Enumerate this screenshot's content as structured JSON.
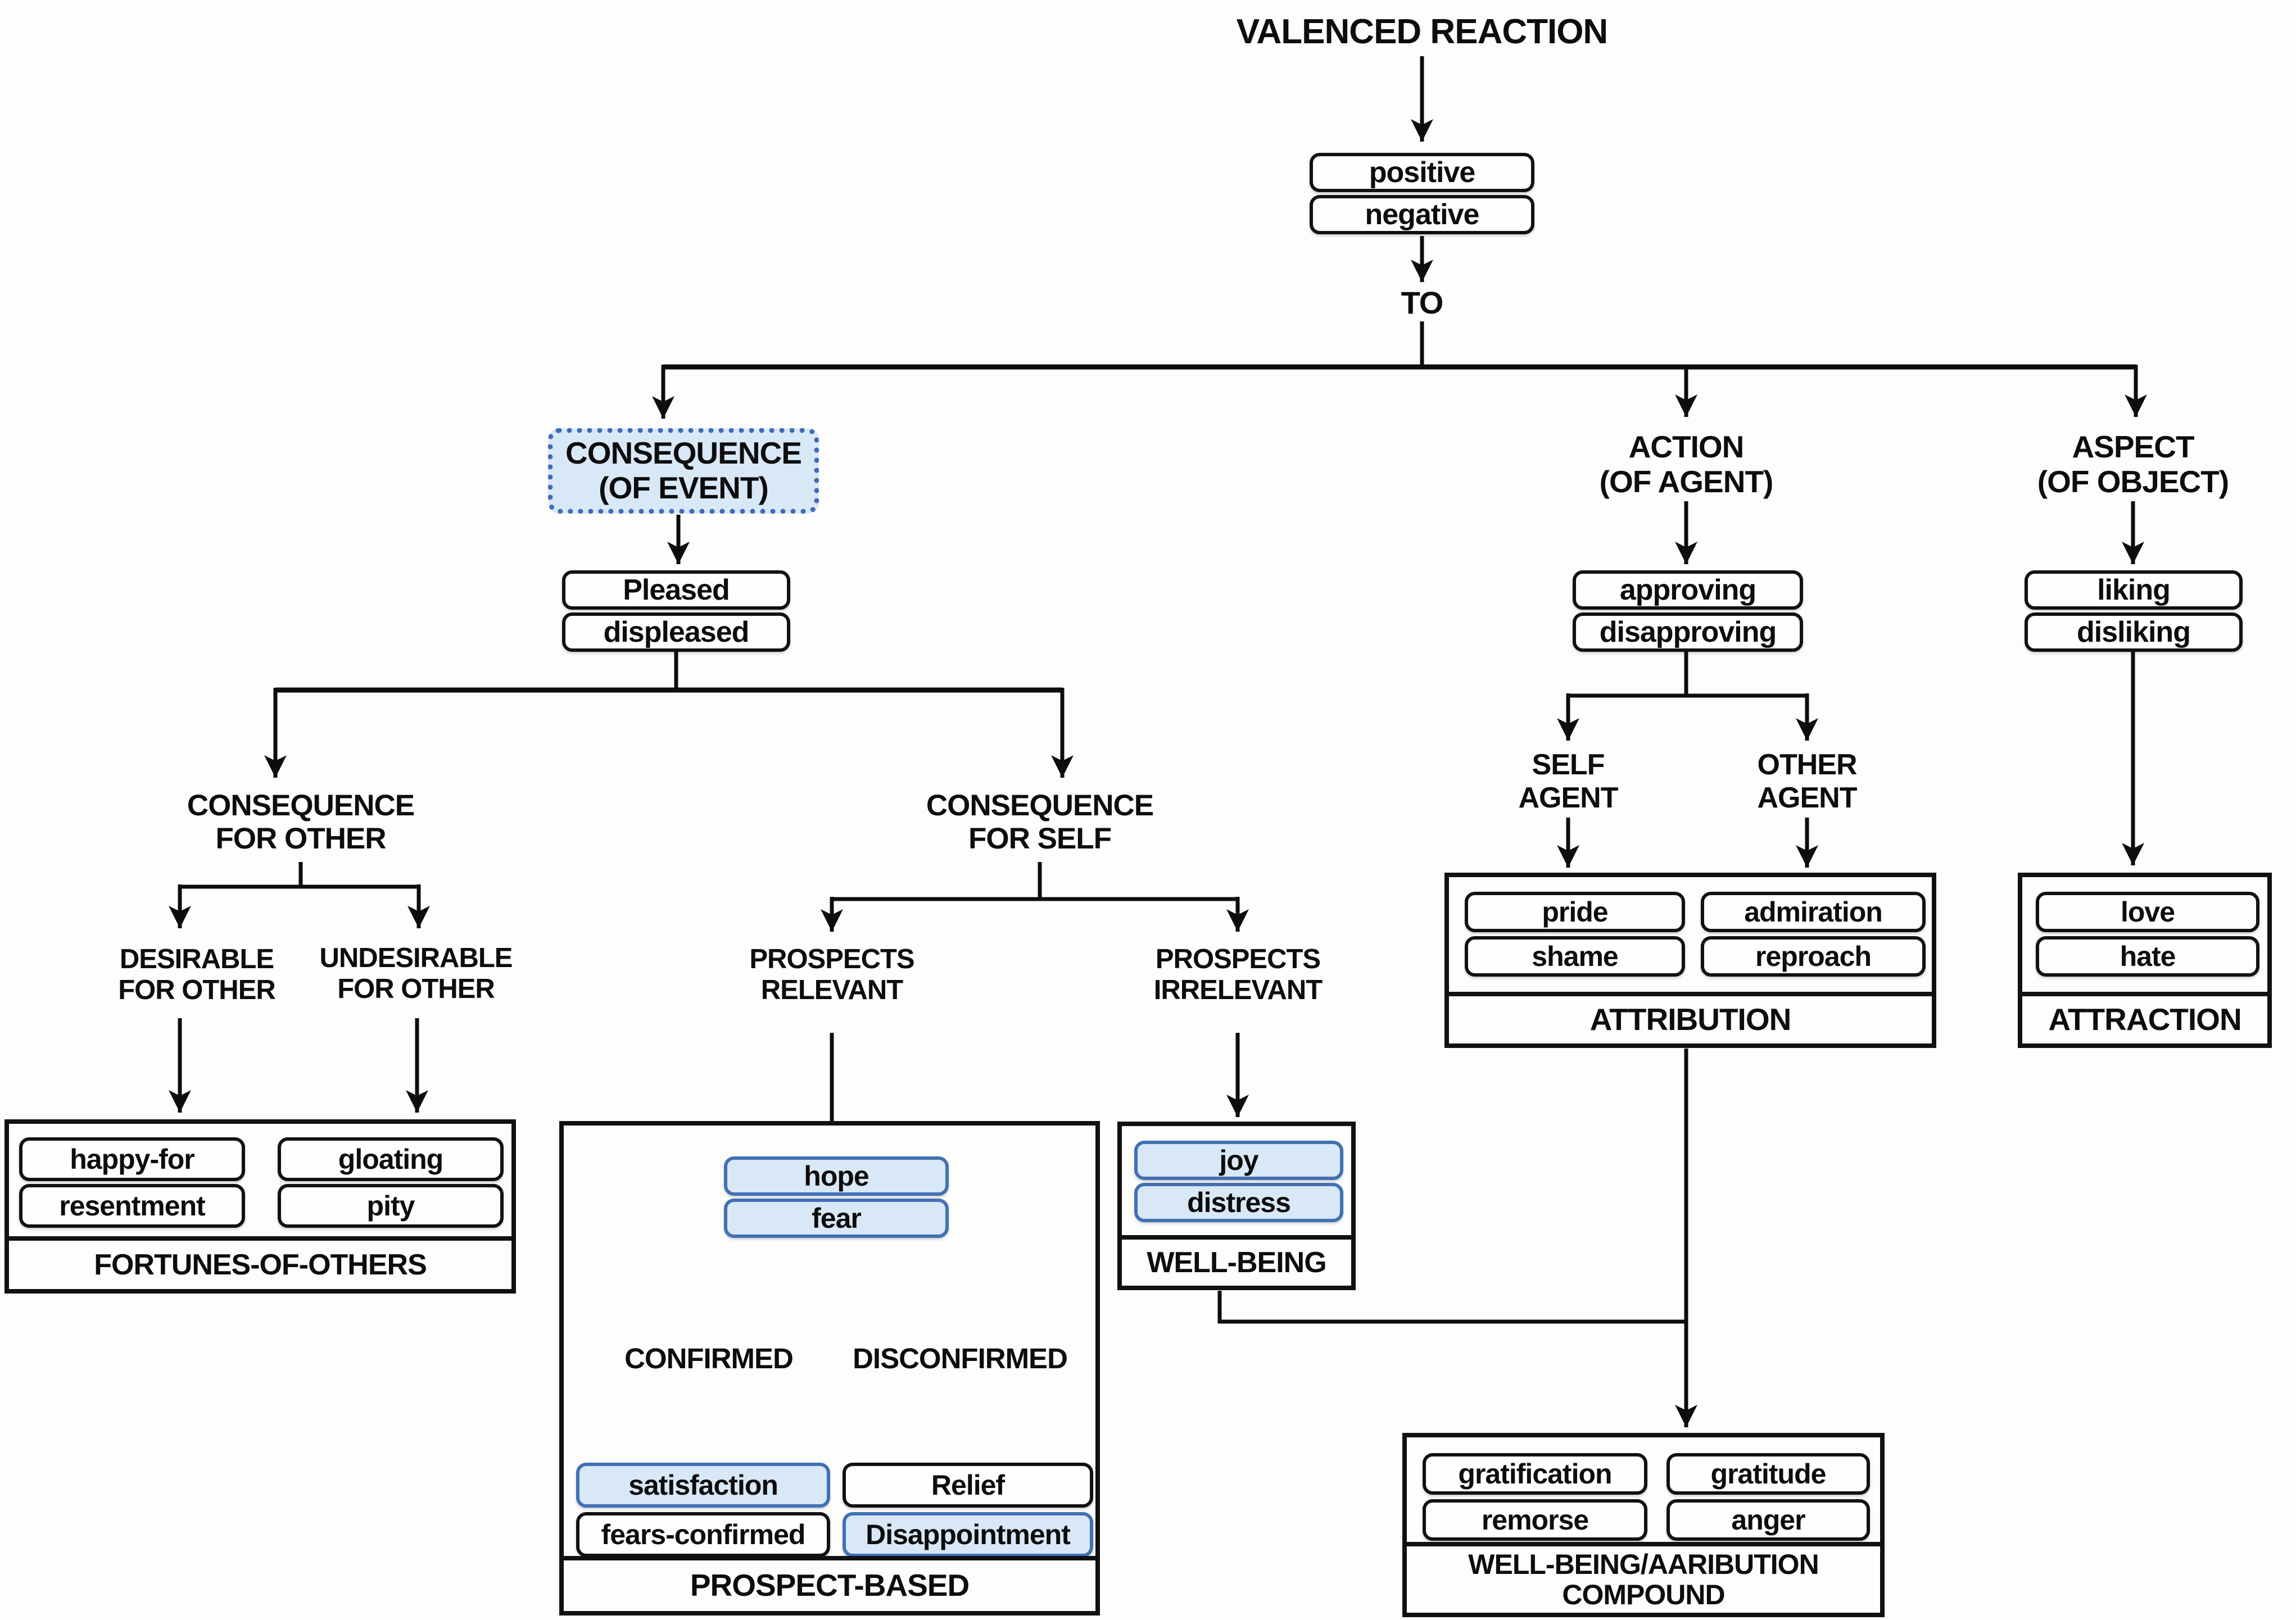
{
  "colors": {
    "highlight_fill": "#d9e8f7",
    "highlight_border": "#4270b4",
    "line": "#0d0d0d",
    "background": "#fdfdfb"
  },
  "title": "VALENCED REACTION",
  "valence": {
    "top": "positive",
    "bottom": "negative"
  },
  "to_label": "TO",
  "event": {
    "header": {
      "line1": "CONSEQUENCE",
      "line2": "(OF EVENT)"
    },
    "appraisal": {
      "top": "Pleased",
      "bottom": "displeased"
    },
    "for_other": {
      "header": {
        "line1": "CONSEQUENCE",
        "line2": "FOR OTHER"
      },
      "desirable": {
        "line1": "DESIRABLE",
        "line2": "FOR OTHER"
      },
      "undesirable": {
        "line1": "UNDESIRABLE",
        "line2": "FOR OTHER"
      },
      "group": {
        "col1": {
          "top": "happy-for",
          "bottom": "resentment"
        },
        "col2": {
          "top": "gloating",
          "bottom": "pity"
        },
        "label": "FORTUNES-OF-OTHERS"
      }
    },
    "for_self": {
      "header": {
        "line1": "CONSEQUENCE",
        "line2": "FOR SELF"
      },
      "relevant": {
        "line1": "PROSPECTS",
        "line2": "RELEVANT"
      },
      "irrelevant": {
        "line1": "PROSPECTS",
        "line2": "IRRELEVANT"
      },
      "prospect_group": {
        "hope": "hope",
        "fear": "fear",
        "confirmed": "CONFIRMED",
        "disconfirmed": "DISCONFIRMED",
        "col1": {
          "top": "satisfaction",
          "bottom": "fears-confirmed"
        },
        "col2": {
          "top": "Relief",
          "bottom": "Disappointment"
        },
        "label": "PROSPECT-BASED"
      },
      "wellbeing_group": {
        "top": "joy",
        "bottom": "distress",
        "label": "WELL-BEING"
      }
    }
  },
  "agent": {
    "header": {
      "line1": "ACTION",
      "line2": "(OF AGENT)"
    },
    "appraisal": {
      "top": "approving",
      "bottom": "disapproving"
    },
    "self_agent": {
      "line1": "SELF",
      "line2": "AGENT"
    },
    "other_agent": {
      "line1": "OTHER",
      "line2": "AGENT"
    },
    "group": {
      "col1": {
        "top": "pride",
        "bottom": "shame"
      },
      "col2": {
        "top": "admiration",
        "bottom": "reproach"
      },
      "label": "ATTRIBUTION"
    }
  },
  "object": {
    "header": {
      "line1": "ASPECT",
      "line2": "(OF OBJECT)"
    },
    "appraisal": {
      "top": "liking",
      "bottom": "disliking"
    },
    "group": {
      "col1": {
        "top": "love",
        "bottom": "hate"
      },
      "label": "ATTRACTION"
    }
  },
  "compound": {
    "col1": {
      "top": "gratification",
      "bottom": "remorse"
    },
    "col2": {
      "top": "gratitude",
      "bottom": "anger"
    },
    "label": {
      "line1": "WELL-BEING/AARIBUTION",
      "line2": "COMPOUND"
    }
  }
}
